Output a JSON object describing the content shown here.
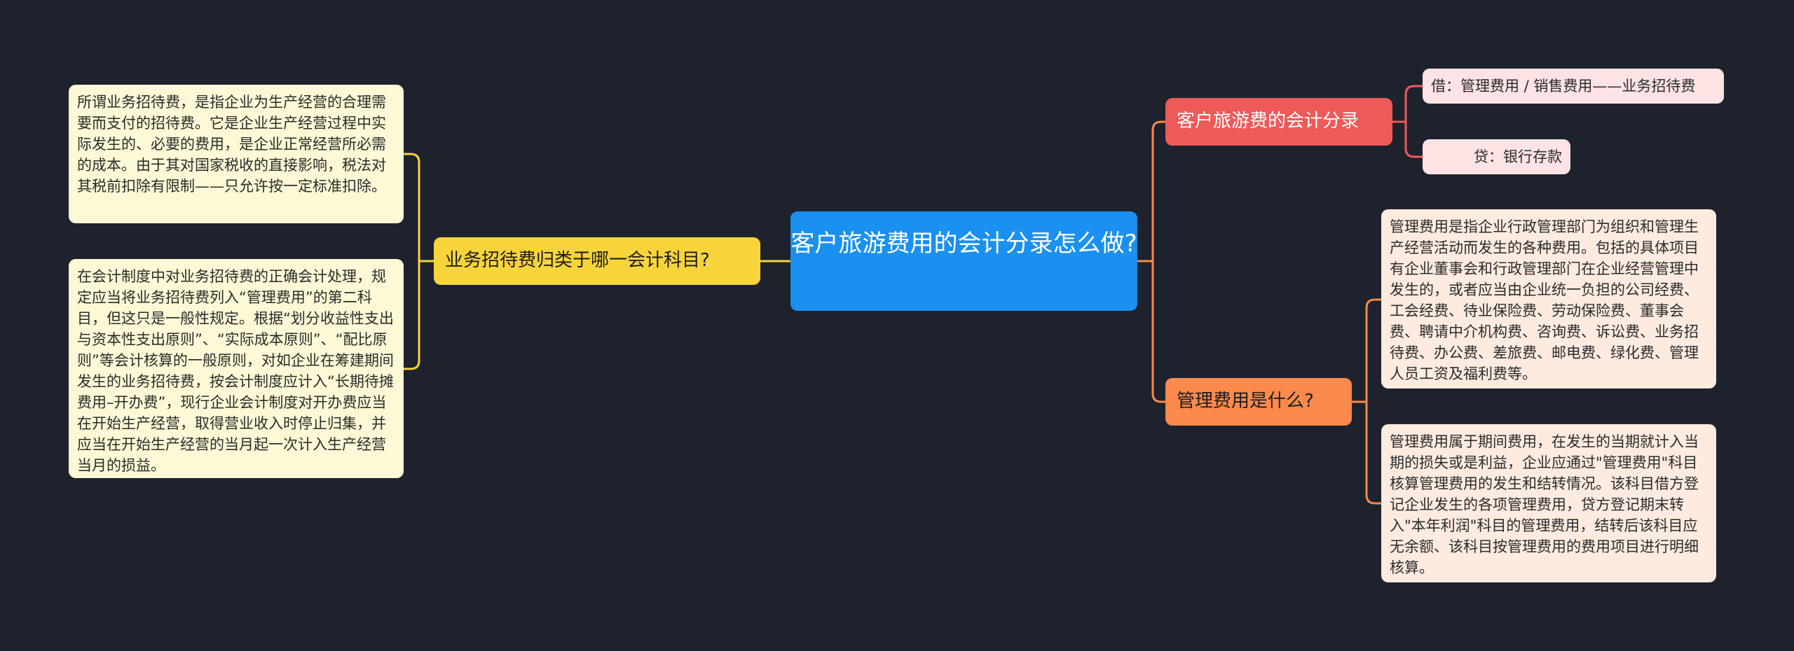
{
  "center": {
    "title": "客户旅游费用的会计分录怎么做?"
  },
  "left_branch": {
    "label": "业务招待费归类于哪一会计科目?",
    "color": "#f7d43a",
    "leaves": [
      "所谓业务招待费，是指企业为生产经营的合理需要而支付的招待费。它是企业生产经营过程中实际发生的、必要的费用，是企业正常经营所必需的成本。由于其对国家税收的直接影响，税法对其税前扣除有限制——只允许按一定标准扣除。",
      "在会计制度中对业务招待费的正确会计处理，规定应当将业务招待费列入“管理费用”的第二科目，但这只是一般性规定。根据“划分收益性支出与资本性支出原则”、“实际成本原则”、“配比原则”等会计核算的一般原则，对如企业在筹建期间发生的业务招待费，按会计制度应计入“长期待摊费用–开办费”，现行企业会计制度对开办费应当在开始生产经营，取得营业收入时停止归集，并应当在开始生产经营的当月起一次计入生产经营当月的损益。"
    ]
  },
  "right_top_branch": {
    "label": "客户旅游费的会计分录",
    "color": "#ee5a5a",
    "leaves": [
      "借：管理费用 / 销售费用——业务招待费",
      "贷：银行存款"
    ]
  },
  "right_bottom_branch": {
    "label": "管理费用是什么?",
    "color": "#fb8a4c",
    "leaves": [
      "管理费用是指企业行政管理部门为组织和管理生产经营活动而发生的各种费用。包括的具体项目有企业董事会和行政管理部门在企业经营管理中发生的，或者应当由企业统一负担的公司经费、工会经费、待业保险费、劳动保险费、董事会费、聘请中介机构费、咨询费、诉讼费、业务招待费、办公费、差旅费、邮电费、绿化费、管理人员工资及福利费等。",
      "管理费用属于期间费用，在发生的当期就计入当期的损失或是利益，企业应通过\"管理费用\"科目核算管理费用的发生和结转情况。该科目借方登记企业发生的各项管理费用，贷方登记期末转入\"本年利润\"科目的管理费用，结转后该科目应无余额、该科目按管理费用的费用项目进行明细核算。"
    ]
  },
  "colors": {
    "background": "#1e222d",
    "center": "#1a90f0",
    "link_left": "#f7d43a",
    "link_right": "#fb8a4c",
    "link_red": "#ee5a5a"
  }
}
